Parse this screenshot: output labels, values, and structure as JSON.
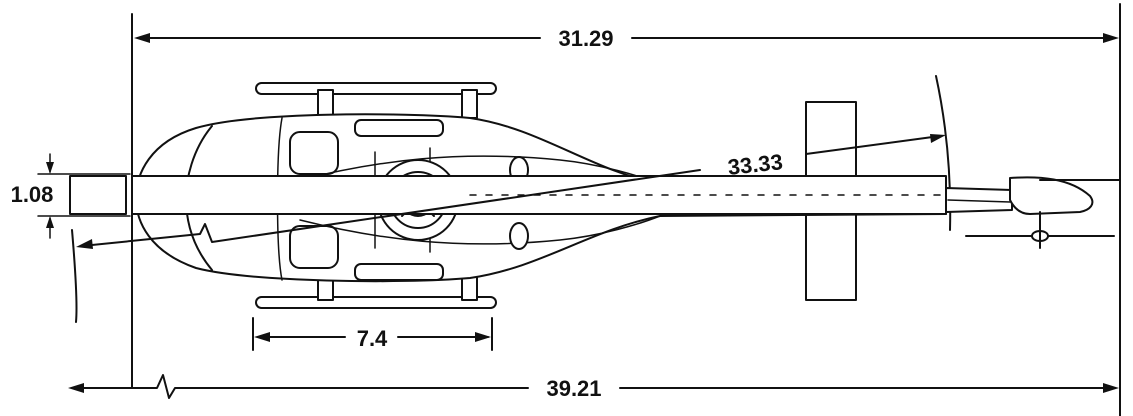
{
  "dimensions": {
    "overall_length": "31.29",
    "total_length": "39.21",
    "rotor_diameter": "33.33",
    "skid_length": "7.4",
    "blade_chord": "1.08"
  },
  "colors": {
    "ink": "#111111",
    "paper": "#ffffff"
  }
}
